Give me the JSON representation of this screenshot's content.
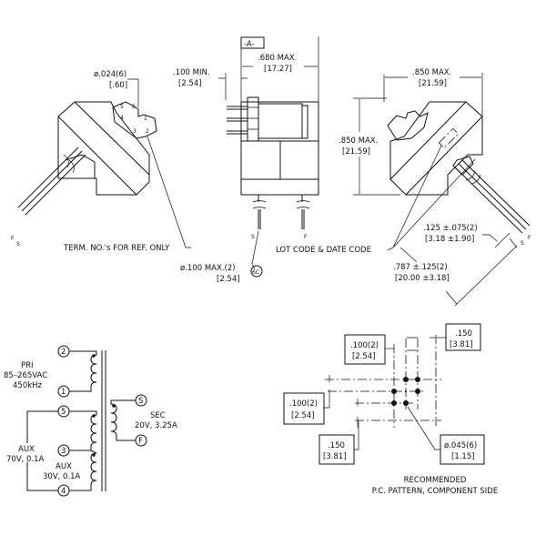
{
  "left_view": {
    "pin_hole": ".024(6)",
    "pin_hole_mm": "[.60]",
    "term_note": "TERM. NO.'s FOR REF. ONLY",
    "term_numbers": [
      "5",
      "6",
      "4",
      "1",
      "3",
      "2"
    ],
    "lead_labels": [
      "F",
      "S"
    ]
  },
  "center_view": {
    "datum": "-A-",
    "min_dim": ".100 MIN.",
    "min_dim_mm": "[2.54]",
    "width_dim": ".680 MAX.",
    "width_dim_mm": "[17.27]",
    "lead_dia": ".100 MAX.(2)",
    "lead_dia_mm": "[2.54]",
    "lead_callout": "6C",
    "lead_labels": [
      "S",
      "F"
    ]
  },
  "right_view": {
    "width_dim": ".850 MAX.",
    "width_dim_mm": "[21.59]",
    "height_dim": ".850 MAX.",
    "height_dim_mm": "[21.59]",
    "lot_code": "LOT CODE & DATE CODE",
    "strip_dim": ".125 ±.075(2)",
    "strip_dim_mm": "[3.18 ±1.90]",
    "lead_len": ".787 ±.125(2)",
    "lead_len_mm": "[20.00 ±3.18]",
    "lead_labels": [
      "S",
      "F"
    ]
  },
  "schematic": {
    "pins": [
      "2",
      "1",
      "5",
      "3",
      "4",
      "S",
      "F"
    ],
    "pri": [
      "PRI",
      "85–265VAC",
      "450kHz"
    ],
    "aux1": [
      "AUX",
      "70V,  0.1A"
    ],
    "aux2": [
      "AUX",
      "30V,  0.1A"
    ],
    "sec": [
      "SEC",
      "20V,  3.25A"
    ]
  },
  "pcb": {
    "dim_top": ".100(2)",
    "dim_top_mm": "[2.54]",
    "dim_right": ".150",
    "dim_right_mm": "[3.81]",
    "dim_left": ".100(2)",
    "dim_left_mm": "[2.54]",
    "dim_bottom": ".150",
    "dim_bottom_mm": "[3.81]",
    "hole": ".045(6)",
    "hole_mm": "[1.15]",
    "caption": [
      "RECOMMENDED",
      "P.C. PATTERN, COMPONENT SIDE"
    ]
  },
  "symbols": {
    "diameter": "ø"
  }
}
